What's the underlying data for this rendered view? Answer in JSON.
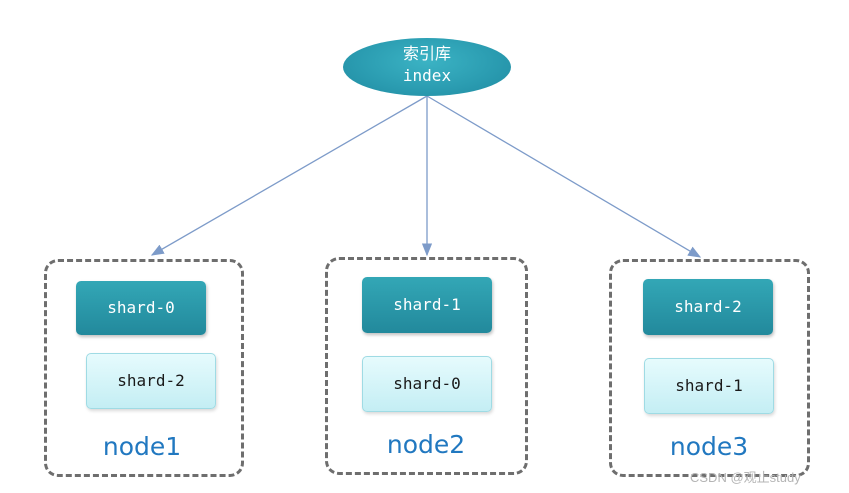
{
  "index": {
    "title": "索引库",
    "subtitle": "index"
  },
  "nodes": [
    {
      "label": "node1",
      "primary": "shard-0",
      "replica": "shard-2"
    },
    {
      "label": "node2",
      "primary": "shard-1",
      "replica": "shard-0"
    },
    {
      "label": "node3",
      "primary": "shard-2",
      "replica": "shard-1"
    }
  ],
  "watermark": "CSDN @观止study",
  "colors": {
    "primary_shard": "#2a9bb0",
    "replica_shard": "#d9f6fa",
    "node_label": "#2178c0",
    "arrow": "#7d9bc9",
    "dashed_border": "#6e6e6e"
  }
}
